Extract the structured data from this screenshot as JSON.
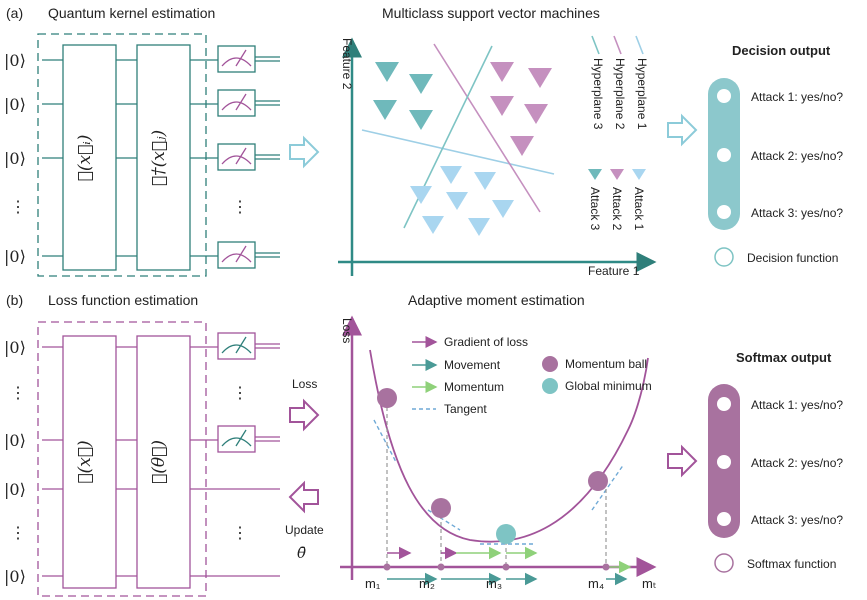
{
  "colors": {
    "teal": "#2f7f7a",
    "teal_fill": "#7ec4c4",
    "light_blue": "#9ecfe6",
    "purple": "#a2549a",
    "purple_fill": "#a8729f",
    "pink": "#c590bf",
    "green": "#8fd17a",
    "gray": "#8c8c8c"
  },
  "panel_a": {
    "label": "(a)",
    "title": "Quantum kernel estimation",
    "qubits": [
      "|0⟩",
      "|0⟩",
      "|0⟩",
      "⋮",
      "|0⟩"
    ],
    "gate1": "𝒢(x⃗ᵢ)",
    "gate2": "𝒢†(x⃗ⱼ)",
    "svm": {
      "title": "Multiclass support vector machines",
      "xlabel": "Feature 1",
      "ylabel": "Feature 2",
      "legend": [
        "Hyperplane 1",
        "Hyperplane 2",
        "Hyperplane 3",
        "Attack 1",
        "Attack 2",
        "Attack 3"
      ]
    },
    "output": {
      "title": "Decision output",
      "items": [
        "Attack 1: yes/no?",
        "Attack 2: yes/no?",
        "Attack 3: yes/no?"
      ],
      "legend": "Decision function"
    }
  },
  "panel_b": {
    "label": "(b)",
    "title": "Loss function estimation",
    "qubits": [
      "|0⟩",
      "⋮",
      "|0⟩",
      "|0⟩",
      "⋮",
      "|0⟩"
    ],
    "gate1": "𝒢(x⃗)",
    "gate2": "𝒯(θ⃗)",
    "arrow_loss": "Loss",
    "arrow_update": "Update",
    "theta": "θ̄",
    "adam": {
      "title": "Adaptive moment estimation",
      "ylabel": "Loss",
      "legend": [
        "Gradient of loss",
        "Movement",
        "Momentum",
        "Tangent",
        "Momentum ball",
        "Global minimum"
      ],
      "ticks": [
        "m₁",
        "m₂",
        "m₃",
        "m₄",
        "mₜ"
      ]
    },
    "output": {
      "title": "Softmax output",
      "items": [
        "Attack 1: yes/no?",
        "Attack 2: yes/no?",
        "Attack 3: yes/no?"
      ],
      "legend": "Softmax function"
    }
  }
}
